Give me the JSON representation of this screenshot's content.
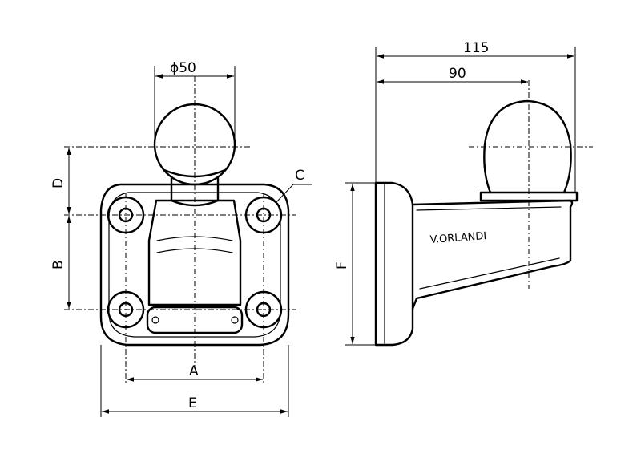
{
  "front_view": {
    "dim_diameter": "ϕ50",
    "label_A": "A",
    "label_B": "B",
    "label_C": "C",
    "label_D": "D",
    "label_E": "E"
  },
  "side_view": {
    "dim_115": "115",
    "dim_90": "90",
    "label_F": "F",
    "brand_text": "V.ORLANDI"
  }
}
